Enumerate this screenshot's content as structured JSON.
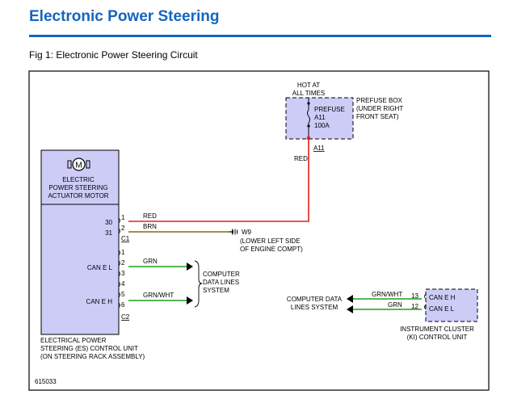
{
  "page": {
    "title": "Electronic Power Steering",
    "caption": "Fig 1: Electronic Power Steering Circuit",
    "figure_number": "615033"
  },
  "motor": {
    "symbol": "M",
    "label_lines": [
      "ELECTRIC",
      "POWER STEERING",
      "ACTUATOR MOTOR"
    ]
  },
  "control_unit": {
    "label_lines": [
      "ELECTRICAL POWER",
      "STEERING (ES) CONTROL UNIT",
      "(ON STEERING RACK ASSEMBLY)"
    ],
    "connector_c1": "C1",
    "connector_c2": "C2",
    "c1_pins": [
      {
        "pin": "1",
        "terminal": "30",
        "wire": "RED"
      },
      {
        "pin": "2",
        "terminal": "31",
        "wire": "BRN"
      }
    ],
    "c2_pins": [
      "1",
      "2",
      "3",
      "4",
      "5",
      "6"
    ],
    "can_l_label": "CAN E L",
    "can_h_label": "CAN E H",
    "can_l_wire": "GRN",
    "can_h_wire": "GRN/WHT"
  },
  "prefuse_box": {
    "hot_label_lines": [
      "HOT AT",
      "ALL TIMES"
    ],
    "fuse_lines": [
      "PREFUSE",
      "A11",
      "100A"
    ],
    "box_label_lines": [
      "PREFUSE BOX",
      "(UNDER RIGHT",
      "FRONT SEAT)"
    ],
    "output_label": "A11",
    "wire": "RED"
  },
  "ground": {
    "name": "W9",
    "location_lines": [
      "(LOWER LEFT SIDE",
      "OF ENGINE COMPT)"
    ]
  },
  "data_lines_left": {
    "label_lines": [
      "COMPUTER",
      "DATA LINES",
      "SYSTEM"
    ]
  },
  "data_lines_right": {
    "label_lines": [
      "COMPUTER DATA",
      "LINES SYSTEM"
    ]
  },
  "instrument_cluster": {
    "can_h_label": "CAN E H",
    "can_l_label": "CAN E L",
    "pin_h": "13",
    "pin_l": "12",
    "wire_h": "GRN/WHT",
    "wire_l": "GRN",
    "label_lines": [
      "INSTRUMENT CLUSTER",
      "(KI) CONTROL UNIT"
    ]
  },
  "colors": {
    "title_blue": "#1565c0",
    "box_fill": "#ccccf7",
    "wire_red": "#e0201c",
    "wire_brown": "#8a6420",
    "wire_green": "#1aa01a"
  }
}
